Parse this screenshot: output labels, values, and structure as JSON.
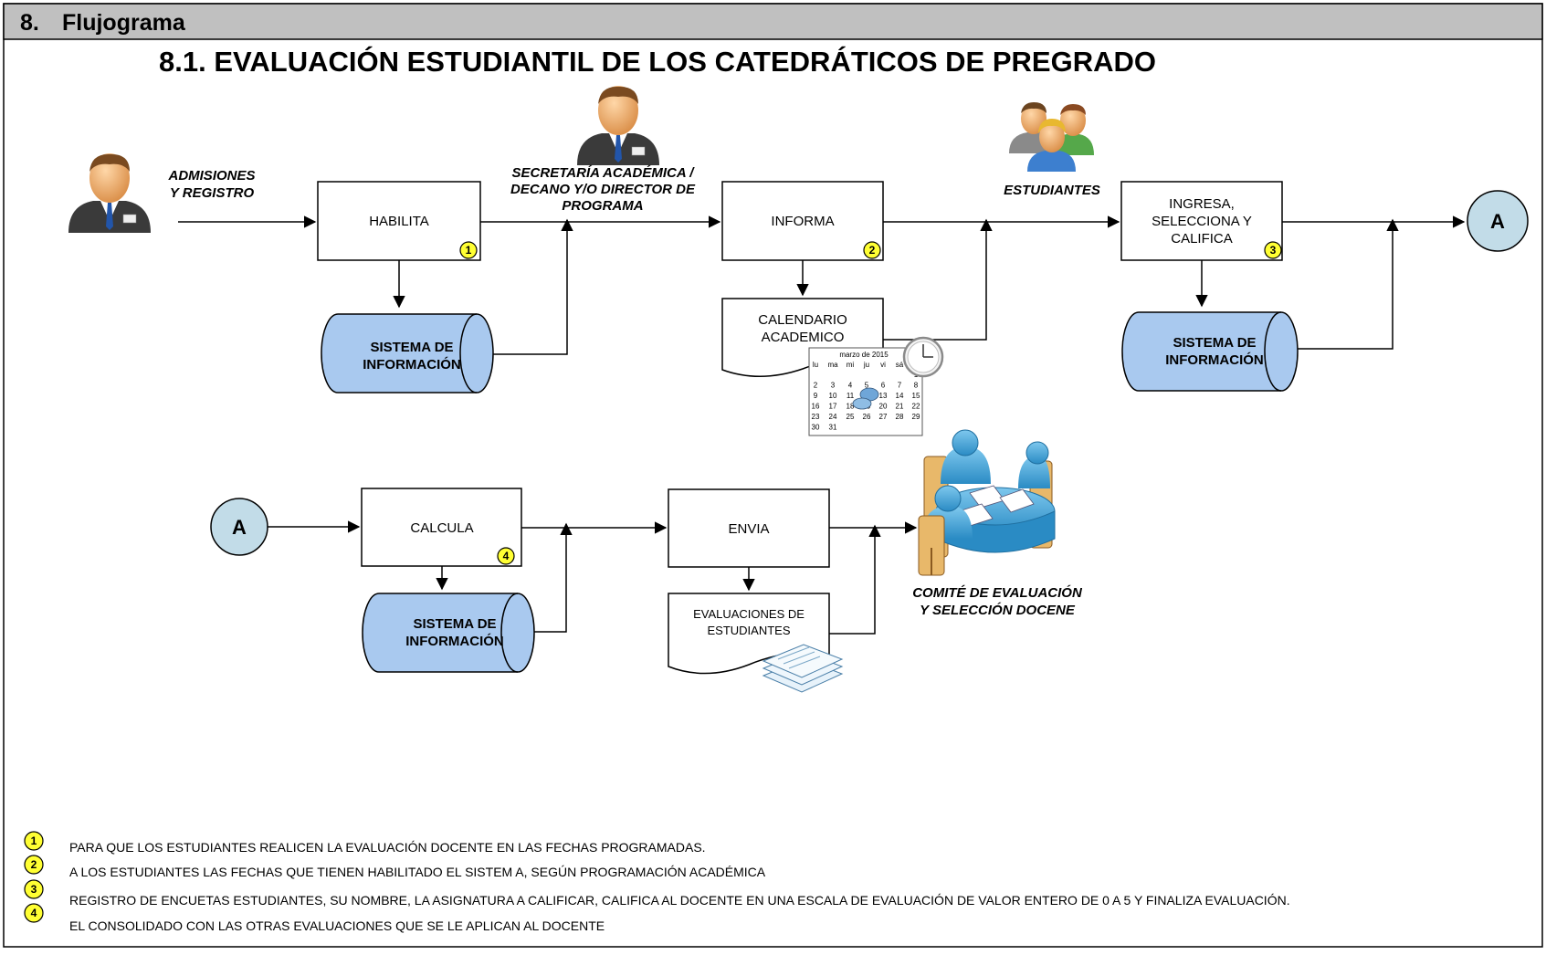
{
  "section": {
    "number": "8.",
    "title": "Flujograma"
  },
  "title": "8.1. EVALUACIÓN ESTUDIANTIL DE LOS CATEDRÁTICOS DE PREGRADO",
  "actors": {
    "admisiones": [
      "ADMISIONES",
      "Y REGISTRO"
    ],
    "secretaria": [
      "SECRETARÍA ACADÉMICA /",
      "DECANO Y/O DIRECTOR DE",
      "PROGRAMA"
    ],
    "estudiantes": [
      "ESTUDIANTES"
    ],
    "comite": [
      "COMITÉ DE EVALUACIÓN",
      "Y SELECCIÓN DOCENE"
    ]
  },
  "process": {
    "habilita": "HABILITA",
    "informa": "INFORMA",
    "ingresa": [
      "INGRESA,",
      "SELECCIONA Y",
      "CALIFICA"
    ],
    "calcula": "CALCULA",
    "envia": "ENVIA"
  },
  "datastore_label": [
    "SISTEMA DE",
    "INFORMACIÓN"
  ],
  "documents": {
    "calendario": [
      "CALENDARIO",
      "ACADEMICO"
    ],
    "evaluaciones": [
      "EVALUACIONES DE",
      "ESTUDIANTES"
    ]
  },
  "connector": "A",
  "calendar": {
    "month": "marzo de 2015",
    "days": [
      "lu",
      "ma",
      "mi",
      "ju",
      "vi",
      "sá"
    ],
    "weeks": [
      [
        "",
        "",
        "",
        "",
        "",
        ""
      ],
      [
        "2",
        "3",
        "4",
        "5",
        "6",
        "7",
        "8"
      ],
      [
        "9",
        "10",
        "11",
        "12",
        "13",
        "14",
        "15"
      ],
      [
        "16",
        "17",
        "18",
        "19",
        "20",
        "21",
        "22"
      ],
      [
        "23",
        "24",
        "25",
        "26",
        "27",
        "28",
        "29"
      ],
      [
        "30",
        "31"
      ]
    ],
    "first": "1"
  },
  "badges": [
    "1",
    "2",
    "3",
    "4"
  ],
  "notes": [
    {
      "num": "1",
      "text": "PARA QUE LOS ESTUDIANTES REALICEN LA EVALUACIÓN DOCENTE EN LAS FECHAS PROGRAMADAS."
    },
    {
      "num": "2",
      "text": "A LOS ESTUDIANTES LAS FECHAS QUE TIENEN HABILITADO EL SISTEM A, SEGÚN PROGRAMACIÓN ACADÉMICA"
    },
    {
      "num": "3",
      "text": "REGISTRO DE ENCUETAS ESTUDIANTES, SU NOMBRE, LA ASIGNATURA A CALIFICAR, CALIFICA AL DOCENTE EN UNA ESCALA DE EVALUACIÓN DE VALOR ENTERO DE 0 A 5 Y FINALIZA EVALUACIÓN."
    },
    {
      "num": "4",
      "text": "EL CONSOLIDADO CON LAS OTRAS EVALUACIONES QUE SE LE APLICAN AL DOCENTE"
    }
  ],
  "colors": {
    "datastore_fill": "#a9c9ef",
    "connector_fill": "#c2dce8",
    "badge_fill": "#ffff33",
    "header_fill": "#c0c0c0"
  }
}
